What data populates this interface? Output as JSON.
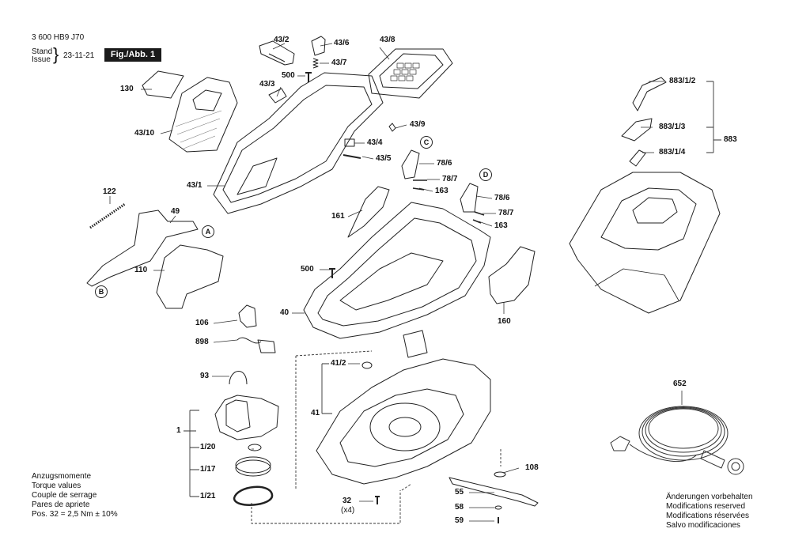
{
  "header": {
    "doc_number": "3 600 HB9 J70",
    "stand_label": "Stand",
    "issue_label": "Issue",
    "date": "23-11-21",
    "figure_label": "Fig./Abb. 1"
  },
  "parts": {
    "p43_2": "43/2",
    "p43_6": "43/6",
    "p43_7": "43/7",
    "p43_8": "43/8",
    "p500a": "500",
    "p130": "130",
    "p43_3": "43/3",
    "p43_10": "43/10",
    "p43_9": "43/9",
    "p43_4": "43/4",
    "p43_5": "43/5",
    "p43_1": "43/1",
    "p78_6a": "78/6",
    "p78_7a": "78/7",
    "p163a": "163",
    "p78_6b": "78/6",
    "p78_7b": "78/7",
    "p163b": "163",
    "p122": "122",
    "p49": "49",
    "p161": "161",
    "p110": "110",
    "p500b": "500",
    "p40": "40",
    "p160": "160",
    "p106": "106",
    "p898": "898",
    "p93": "93",
    "p41_2": "41/2",
    "p41": "41",
    "p1": "1",
    "p1_20": "1/20",
    "p1_17": "1/17",
    "p1_21": "1/21",
    "p108": "108",
    "p55": "55",
    "p58": "58",
    "p59": "59",
    "p32": "32",
    "p32qty": "(x4)",
    "p883_1_2": "883/1/2",
    "p883_1_3": "883/1/3",
    "p883_1_4": "883/1/4",
    "p883": "883",
    "p652": "652"
  },
  "circles": {
    "a": "A",
    "b": "B",
    "c": "C",
    "d": "D"
  },
  "torque_note": {
    "line1": "Anzugsmomente",
    "line2": "Torque values",
    "line3": "Couple de serrage",
    "line4": "Pares de apriete",
    "line5": "Pos. 32 = 2,5 Nm ± 10%"
  },
  "modifications_note": {
    "line1": "Änderungen vorbehalten",
    "line2": "Modifications reserved",
    "line3": "Modifications réservées",
    "line4": "Salvo modificaciones"
  }
}
